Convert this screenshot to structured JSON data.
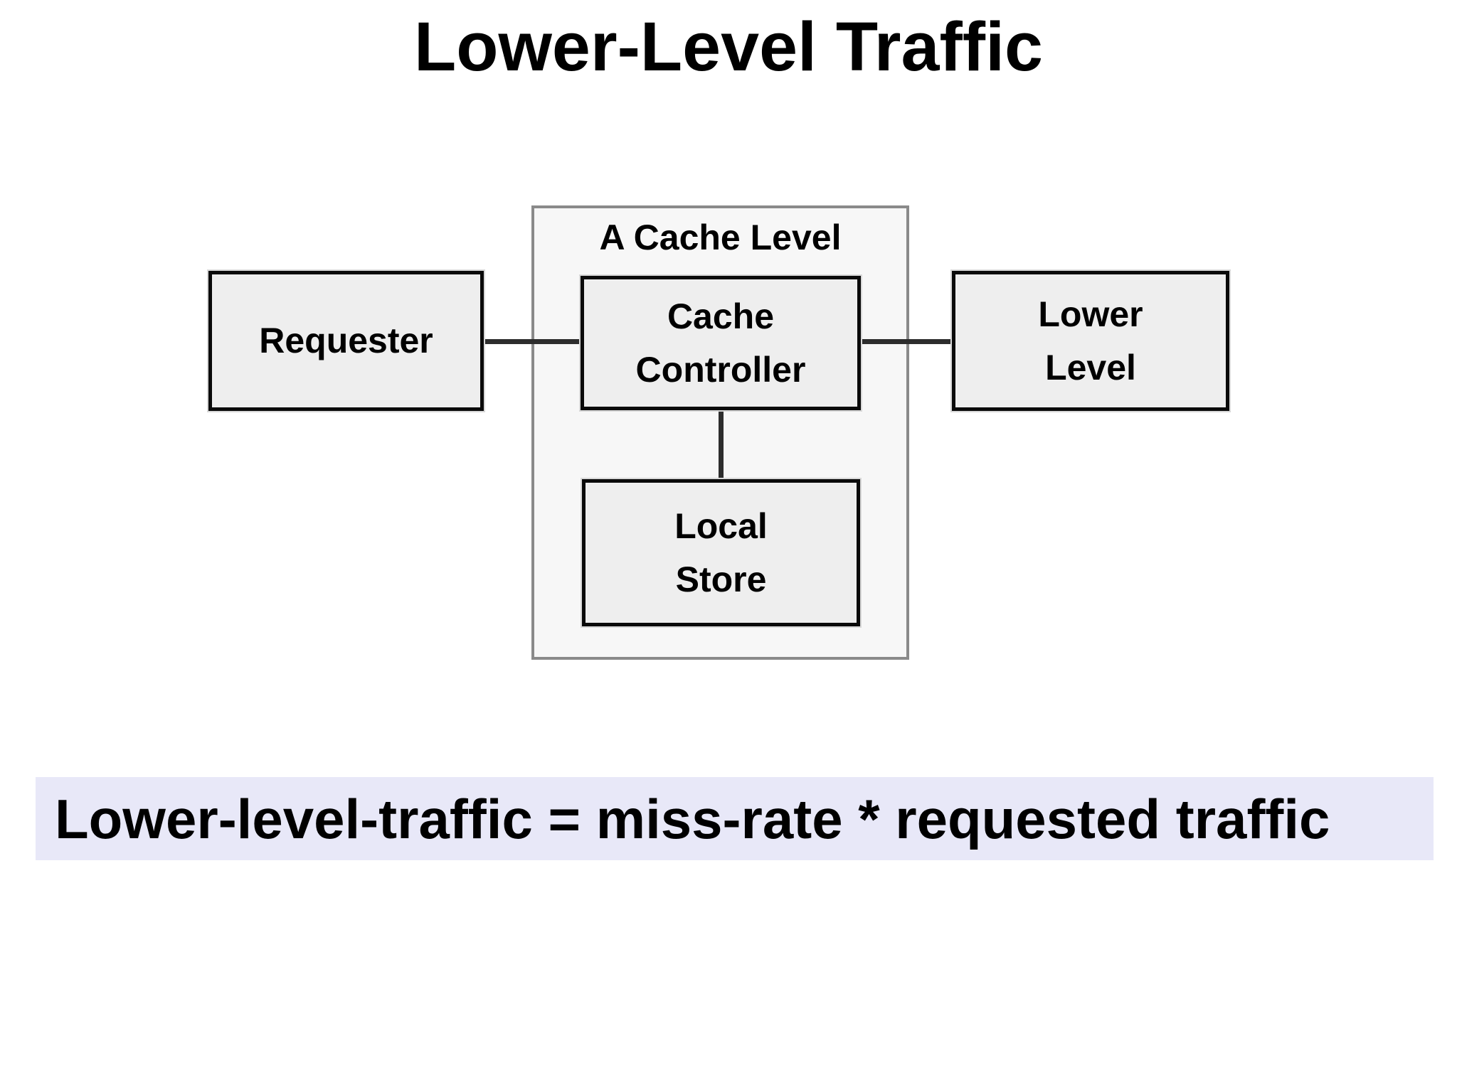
{
  "slide": {
    "title": "Lower-Level Traffic"
  },
  "diagram": {
    "group": {
      "label": "A Cache Level"
    },
    "nodes": {
      "requester": {
        "lines": [
          "Requester"
        ]
      },
      "cache_controller": {
        "lines": [
          "Cache",
          "Controller"
        ]
      },
      "lower_level": {
        "lines": [
          "Lower",
          "Level"
        ]
      },
      "local_store": {
        "lines": [
          "Local",
          "Store"
        ]
      }
    },
    "connections": [
      "Requester - Cache Controller",
      "Cache Controller - Lower Level",
      "Cache Controller - Local Store"
    ]
  },
  "formula": {
    "text": "Lower-level-traffic = miss-rate * requested traffic"
  },
  "colors": {
    "text": "#000000",
    "node_fill": "#eeeeee",
    "node_border": "#0a0a0a",
    "group_fill": "#f7f7f7",
    "group_border": "#8a8a8a",
    "connector": "#2d2d2d",
    "formula_bg": "#e8e8f8",
    "background": "#ffffff"
  }
}
